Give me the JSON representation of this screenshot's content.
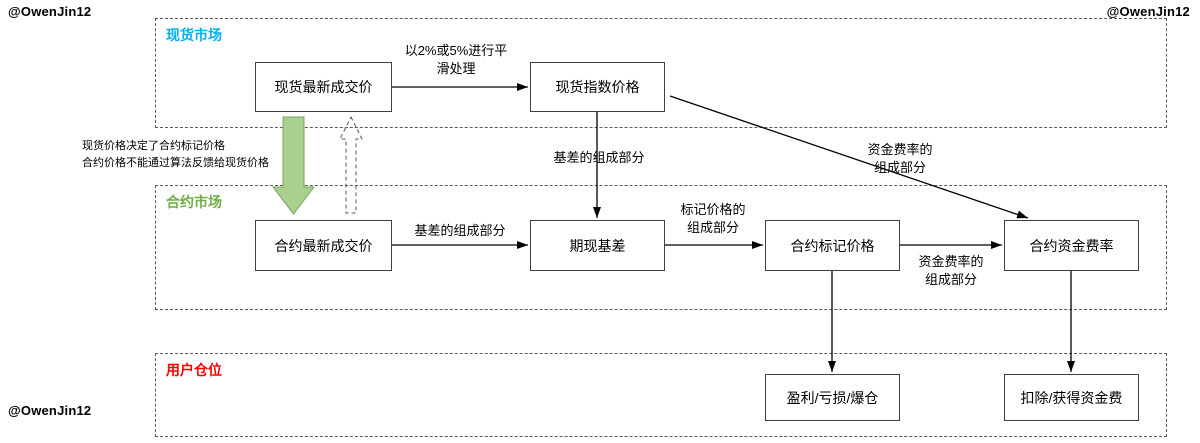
{
  "watermarks": {
    "top_left": "@OwenJin12",
    "top_right": "@OwenJin12",
    "bottom_left": "@OwenJin12"
  },
  "regions": {
    "spot": {
      "label": "现货市场",
      "color": "#00B0F0"
    },
    "contract": {
      "label": "合约市场",
      "color": "#70AD47"
    },
    "user": {
      "label": "用户仓位",
      "color": "#FF0000"
    }
  },
  "nodes": {
    "spot_last_price": "现货最新成交价",
    "spot_index_price": "现货指数价格",
    "contract_last_price": "合约最新成交价",
    "basis": "期现基差",
    "mark_price": "合约标记价格",
    "funding_rate": "合约资金费率",
    "pnl": "盈利/亏损/爆仓",
    "funding_fee": "扣除/获得资金费"
  },
  "labels": {
    "smoothing": "以2%或5%进行平\n滑处理",
    "index_to_basis": "基差的组成部分",
    "index_to_funding": "资金费率的\n组成部分",
    "contract_to_basis": "基差的组成部分",
    "basis_to_mark": "标记价格的\n组成部分",
    "mark_to_funding": "资金费率的\n组成部分",
    "spot_note": "现货价格决定了合约标记价格\n合约价格不能通过算法反馈给现货价格"
  },
  "colors": {
    "arrow": "#000000",
    "green_arrow_fill": "#A9D18E",
    "green_arrow_stroke": "#7AA35F",
    "dashed_border": "#595959"
  }
}
